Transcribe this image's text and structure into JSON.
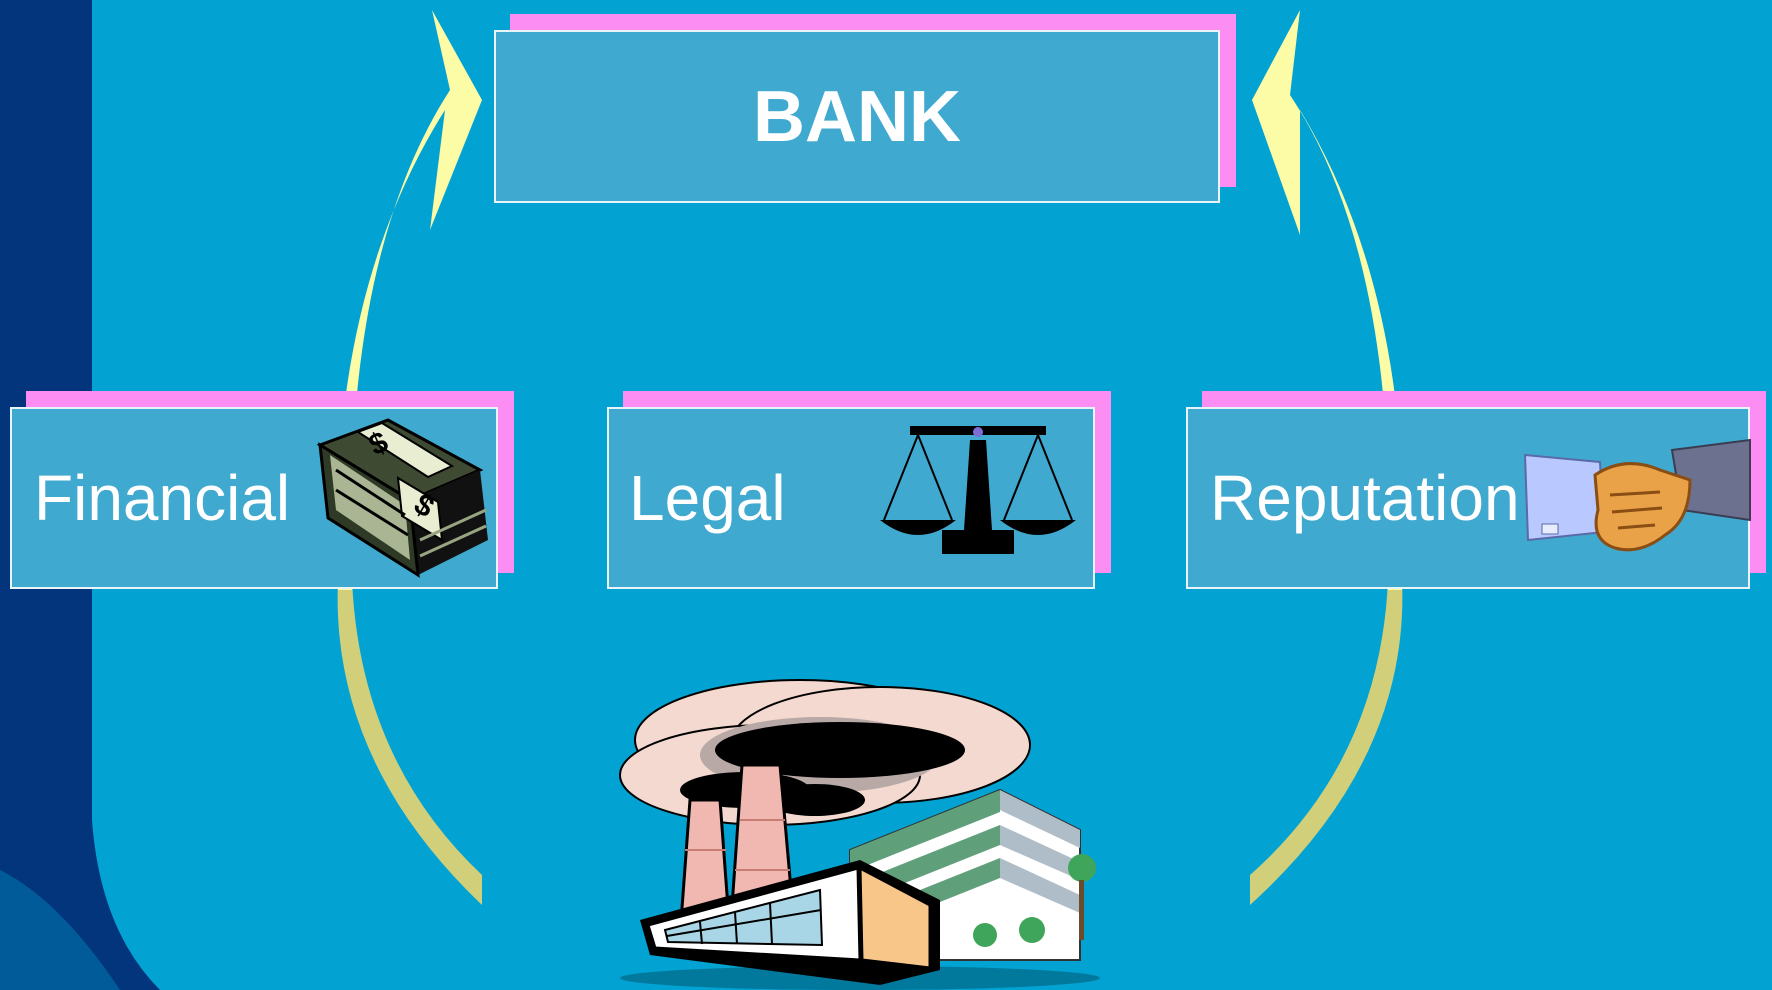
{
  "diagram": {
    "top_node": {
      "label": "BANK"
    },
    "risk_nodes": [
      {
        "label": "Financial",
        "icon": "money-stack-icon"
      },
      {
        "label": "Legal",
        "icon": "scales-of-justice-icon"
      },
      {
        "label": "Reputation",
        "icon": "handshake-icon"
      }
    ],
    "bottom_node": {
      "icon": "polluting-factory-icon"
    },
    "connectors": [
      "left-curved-arrow-icon",
      "right-curved-arrow-icon"
    ]
  },
  "colors": {
    "background": "#02a2d2",
    "side_band": "#03357c",
    "box_fill": "#40a9cf",
    "box_shadow": "#fb8df3",
    "arrow_fill": "#fcfba6",
    "arrow_shade": "#d2cf7a"
  }
}
